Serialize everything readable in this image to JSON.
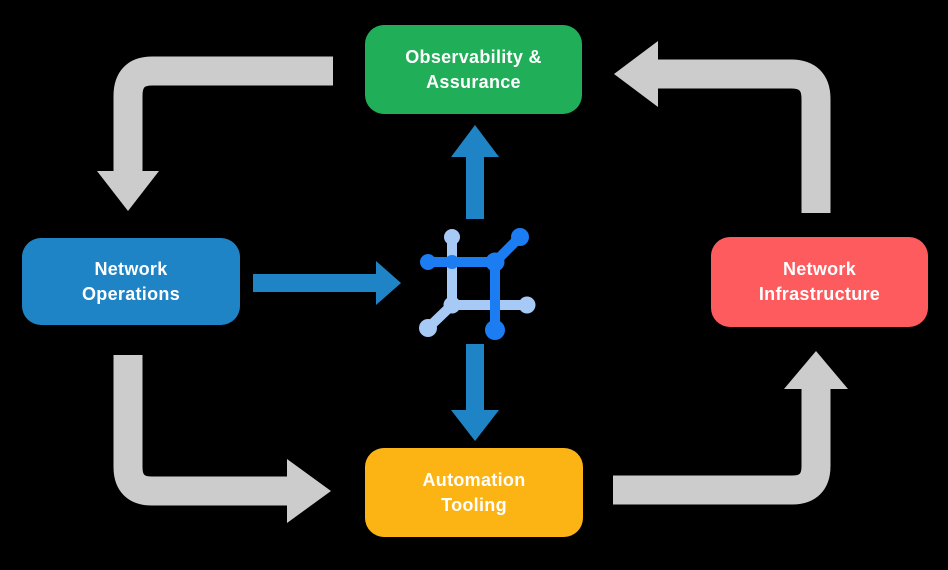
{
  "colors": {
    "background": "#000000",
    "arrow_gray": "#CCCCCC",
    "flow_blue": "#1F84C6",
    "icon_blue_dark": "#1C7CF2",
    "icon_blue_light": "#A6C9F5",
    "node_text": "#FFFFFF"
  },
  "nodes": {
    "observability": {
      "lines": [
        "Observability &",
        "Assurance"
      ],
      "color": "#21AE58"
    },
    "operations": {
      "lines": [
        "Network",
        "Operations"
      ],
      "color": "#1F84C6"
    },
    "infrastructure": {
      "lines": [
        "Network",
        "Infrastructure"
      ],
      "color": "#FD5B5E"
    },
    "automation": {
      "lines": [
        "Automation",
        "Tooling"
      ],
      "color": "#FCB415"
    }
  },
  "center_icon": {
    "name": "network-mesh-icon"
  },
  "edges": [
    {
      "from": "observability-assurance",
      "to": "network-operations",
      "style": "gray-elbow"
    },
    {
      "from": "network-operations",
      "to": "automation-tooling",
      "style": "gray-elbow"
    },
    {
      "from": "automation-tooling",
      "to": "network-infrastructure",
      "style": "gray-elbow"
    },
    {
      "from": "network-infrastructure",
      "to": "observability-assurance",
      "style": "gray-elbow"
    },
    {
      "from": "network-operations",
      "to": "center-icon",
      "style": "blue-straight"
    },
    {
      "from": "center-icon",
      "to": "observability-assurance",
      "style": "blue-straight"
    },
    {
      "from": "center-icon",
      "to": "automation-tooling",
      "style": "blue-straight"
    }
  ]
}
